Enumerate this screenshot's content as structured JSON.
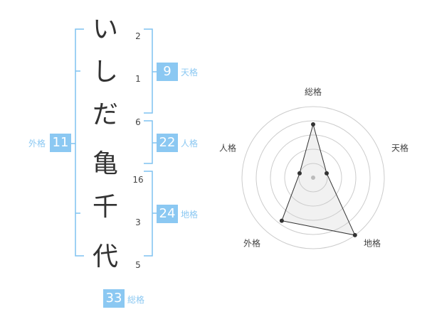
{
  "colors": {
    "accent": "#8bc8f2",
    "line": "#7fc2f0",
    "text": "#333333",
    "grid": "#cccccc"
  },
  "name": {
    "chars": [
      {
        "char": "い",
        "strokes": "2"
      },
      {
        "char": "し",
        "strokes": "1"
      },
      {
        "char": "だ",
        "strokes": "6"
      },
      {
        "char": "亀",
        "strokes": "16"
      },
      {
        "char": "千",
        "strokes": "3"
      },
      {
        "char": "代",
        "strokes": "5"
      }
    ]
  },
  "fortune": {
    "tenkaku": {
      "value": "9",
      "label": "天格"
    },
    "jinkaku": {
      "value": "22",
      "label": "人格"
    },
    "chikaku": {
      "value": "24",
      "label": "地格"
    },
    "gaikaku": {
      "value": "11",
      "label": "外格"
    },
    "soukaku": {
      "value": "33",
      "label": "総格"
    }
  },
  "radar": {
    "labels": [
      "総格",
      "天格",
      "地格",
      "外格",
      "人格"
    ],
    "values": [
      0.75,
      0.2,
      1.0,
      0.75,
      0.2
    ],
    "max": 1
  }
}
